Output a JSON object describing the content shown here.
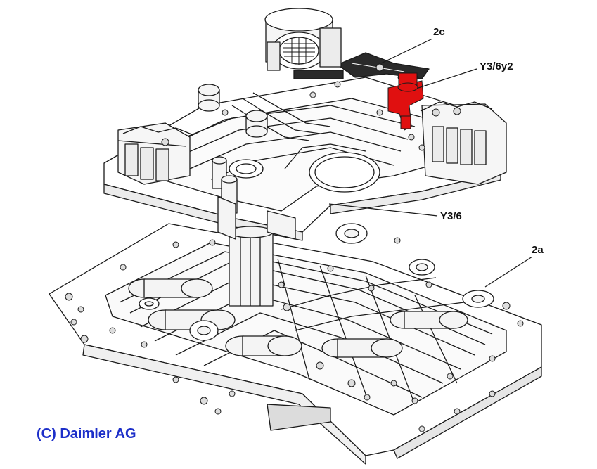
{
  "callouts": {
    "c2c": "2c",
    "y36y2": "Y3/6y2",
    "y36": "Y3/6",
    "c2a": "2a"
  },
  "copyright": "(C) Daimler AG",
  "colors": {
    "ink": "#1a1a1a",
    "highlight": "#e01010",
    "copyright": "#1d2fc9",
    "background": "#ffffff"
  }
}
